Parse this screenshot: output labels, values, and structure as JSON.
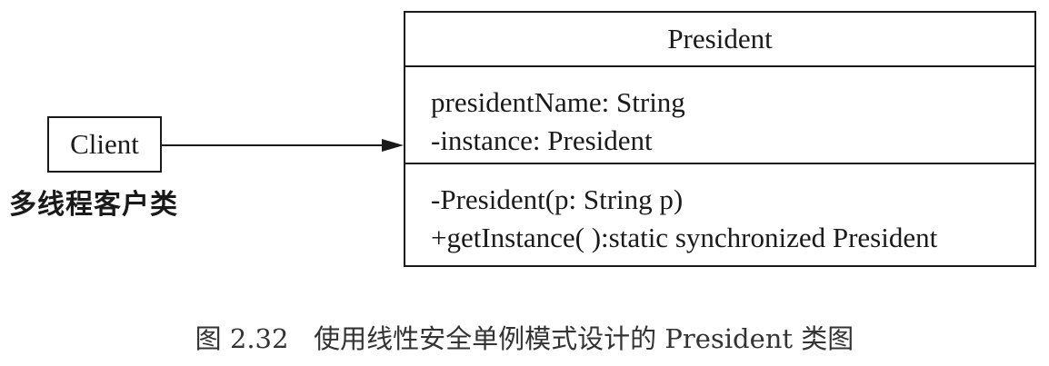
{
  "client": {
    "label": "Client",
    "caption": "多线程客户类"
  },
  "class_box": {
    "name": "President",
    "attributes": [
      "presidentName: String",
      "-instance: President"
    ],
    "operations": [
      "-President(p: String p)",
      "+getInstance( ):static synchronized President"
    ]
  },
  "figure_caption": "图 2.32   使用线性安全单例模式设计的 President 类图",
  "colors": {
    "line": "#1a1a1a",
    "caption": "#333333"
  }
}
